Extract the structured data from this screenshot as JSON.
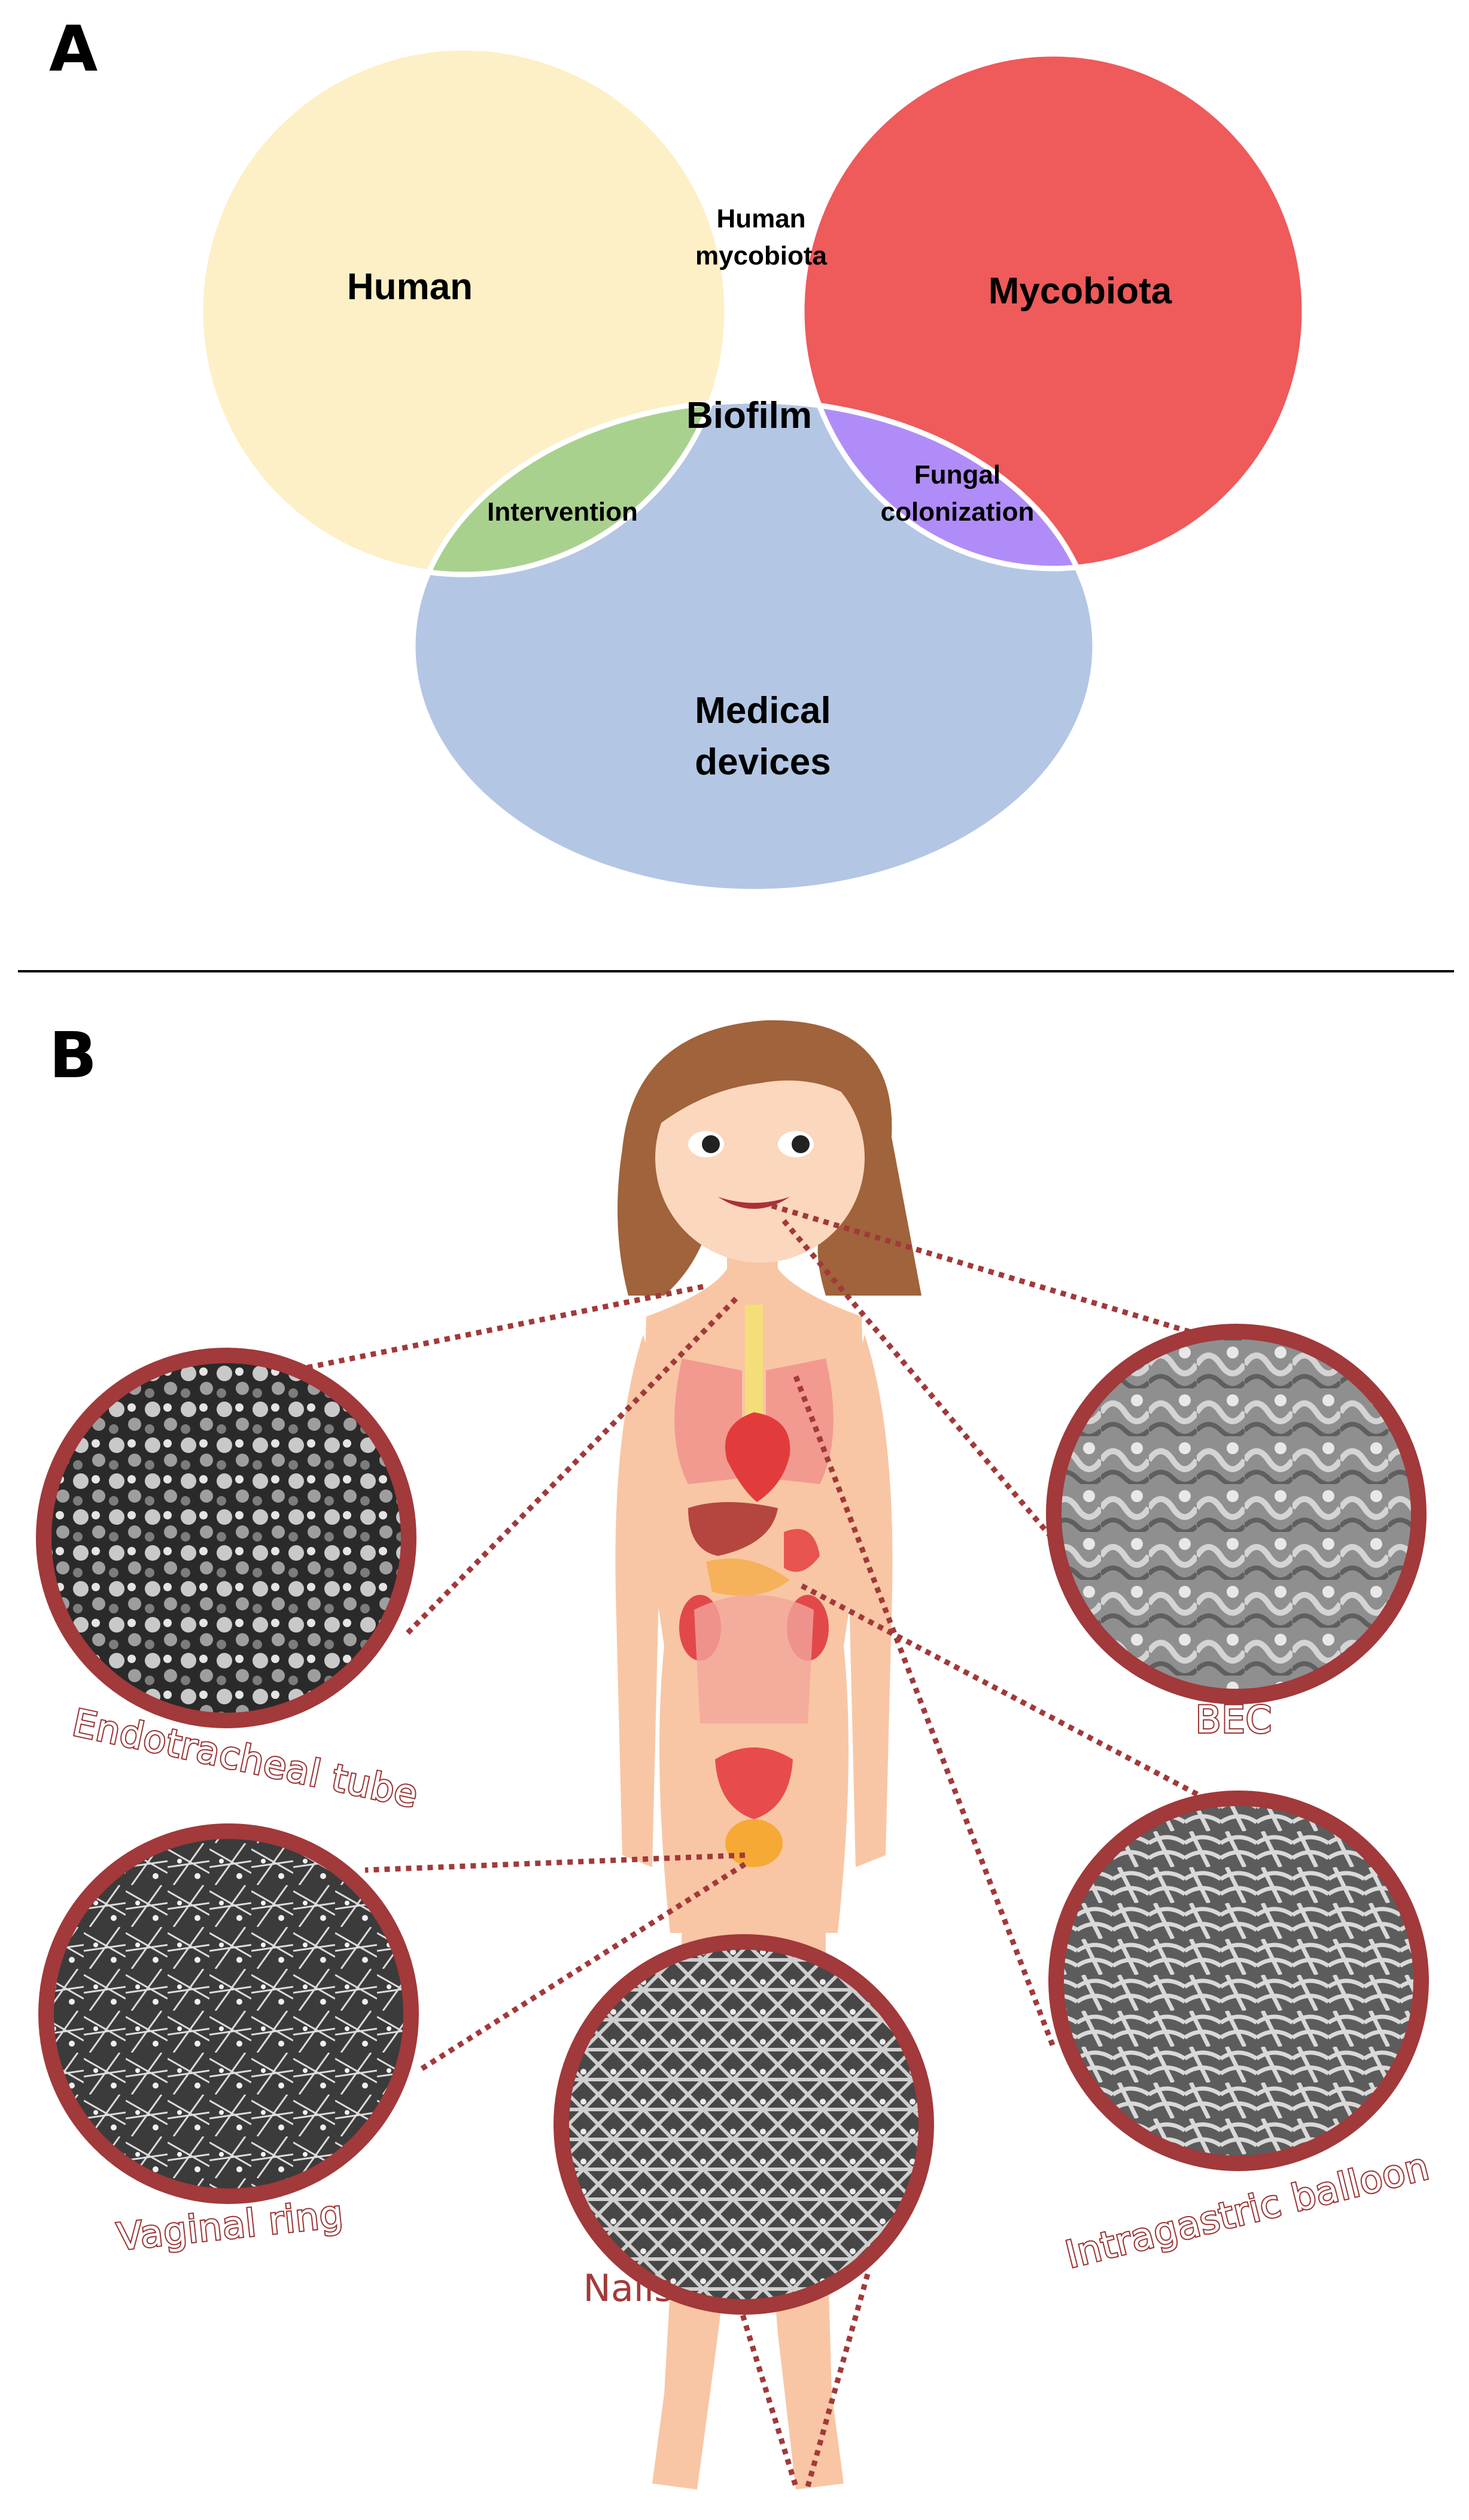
{
  "panel_a": {
    "letter": "A",
    "sets": {
      "human": "Human",
      "mycobiota": "Mycobiota",
      "medical_devices_line1": "Medical",
      "medical_devices_line2": "devices"
    },
    "overlaps": {
      "human_mycobiota_line1": "Human",
      "human_mycobiota_line2": "mycobiota",
      "intervention": "Intervention",
      "fungal_colonization_line1": "Fungal",
      "fungal_colonization_line2": "colonization",
      "center": "Biofilm"
    },
    "colors": {
      "human": "#fdf0c6",
      "mycobiota": "#ef5a5b",
      "medical_devices": "#b3c6e4",
      "human_mycobiota": "#f0ac82",
      "intervention": "#a9d18e",
      "fungal_colonization": "#b08cf8",
      "center": "#ffffff"
    }
  },
  "panel_b": {
    "letter": "B",
    "sites": {
      "endotracheal_tube": "Endotracheal tube",
      "bec": "BEC",
      "vaginal_ring": "Vaginal ring",
      "intragastric_balloon": "Intragastric balloon",
      "nails": "Nails"
    },
    "colors": {
      "frame": "#a2393a",
      "skin": "#f8c6a4",
      "hair": "#a0633b"
    }
  }
}
